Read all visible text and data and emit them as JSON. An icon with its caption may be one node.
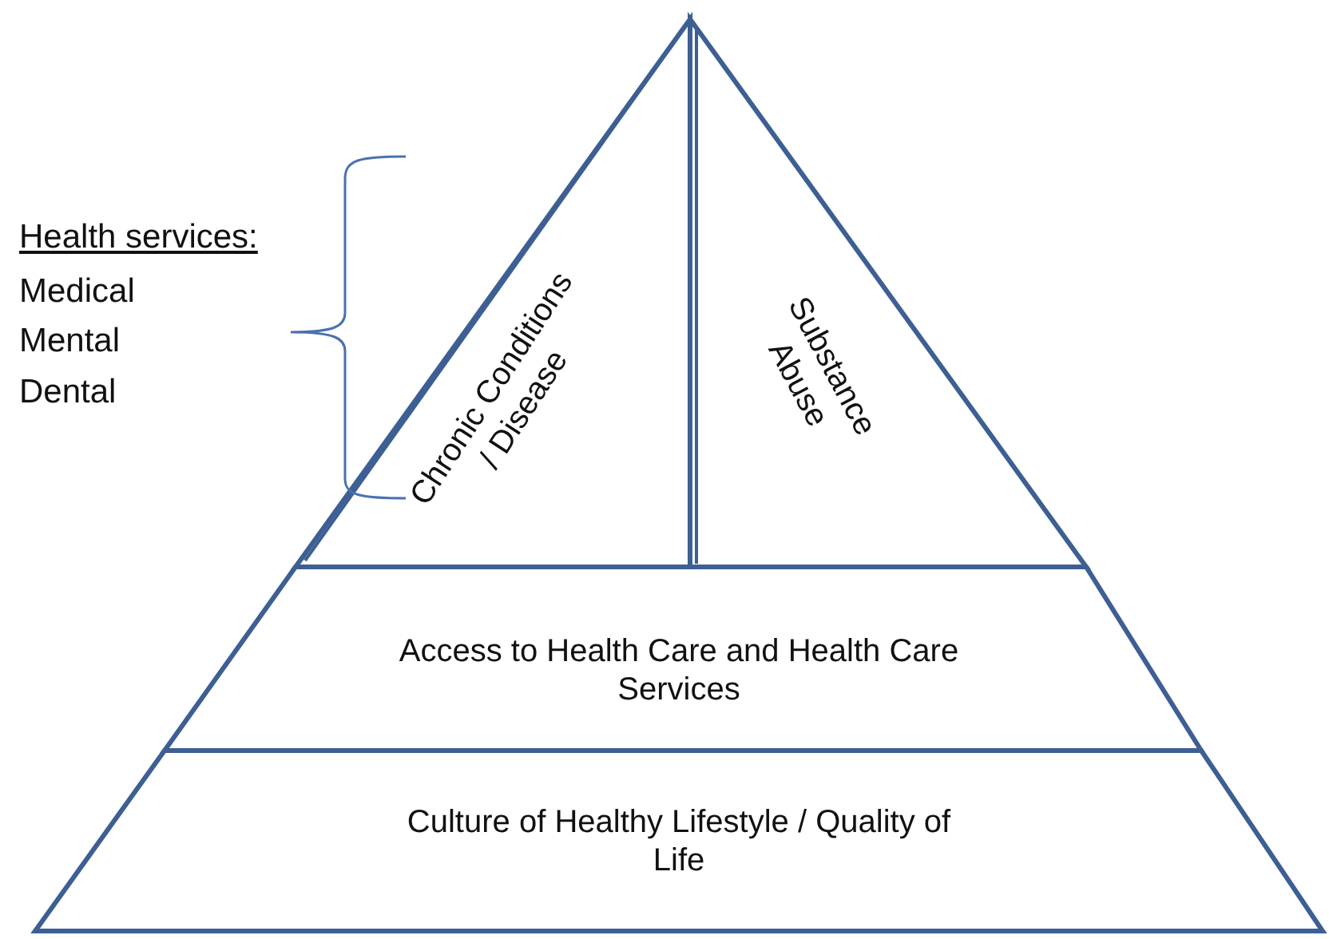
{
  "diagram": {
    "nodes": [
      {
        "text": [
          "Chronic Conditions / Disease"
        ]
      },
      {
        "text": [
          "Substance Abuse"
        ]
      },
      {
        "text": [
          "Access to Health Care and Health Care Services"
        ]
      },
      {
        "text": [
          "Culture of Healthy Lifestyle / Quality of Life"
        ]
      }
    ],
    "labels": [
      "Health services:",
      "Medical",
      "Mental",
      "Dental"
    ]
  }
}
